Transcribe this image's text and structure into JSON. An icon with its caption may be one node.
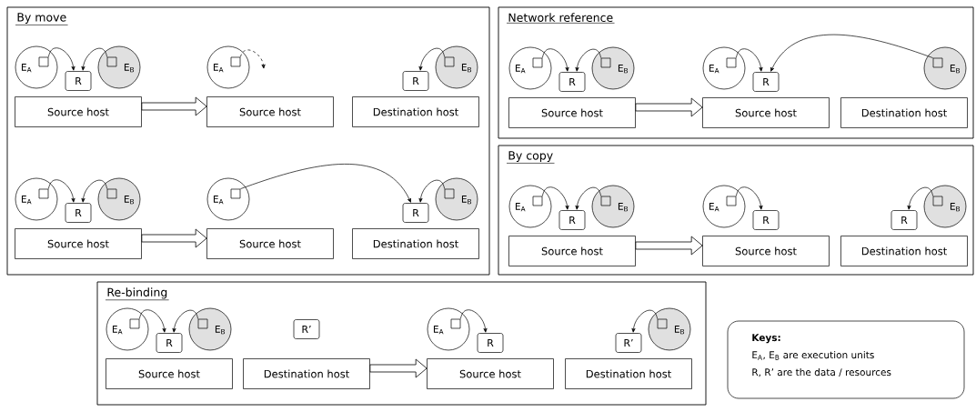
{
  "diagram": {
    "nodes": [
      {
        "text": [
          "By move"
        ]
      },
      {
        "text": [
          "E$_{A}$"
        ],
        "in": 0
      },
      {
        "text": [],
        "shape": "box",
        "in": 1
      },
      {
        "text": [
          "R"
        ],
        "in": 0
      },
      {
        "text": [
          "E$_{B}$"
        ],
        "in": 0
      },
      {
        "text": [],
        "shape": "box",
        "in": 4
      },
      {
        "text": [
          "Source host"
        ],
        "in": 0
      },
      {
        "text": [
          "E$_{A}$"
        ],
        "in": 0
      },
      {
        "text": [],
        "shape": "box",
        "in": 7
      },
      {
        "text": [
          "Source host"
        ],
        "in": 0
      },
      {
        "text": [
          "R"
        ],
        "in": 0
      },
      {
        "text": [
          "E$_{B}$"
        ],
        "in": 0
      },
      {
        "text": [],
        "shape": "box",
        "in": 11
      },
      {
        "text": [
          "Destination host"
        ],
        "in": 0
      },
      {
        "text": [
          "E$_{A}$"
        ],
        "in": 0
      },
      {
        "text": [],
        "shape": "box",
        "in": 14
      },
      {
        "text": [
          "R"
        ],
        "in": 0
      },
      {
        "text": [
          "E$_{B}$"
        ],
        "in": 0
      },
      {
        "text": [],
        "shape": "box",
        "in": 17
      },
      {
        "text": [
          "Source host"
        ],
        "in": 0
      },
      {
        "text": [
          "E$_{A}$"
        ],
        "in": 0
      },
      {
        "text": [],
        "shape": "box",
        "in": 20
      },
      {
        "text": [
          "Source host"
        ],
        "in": 0
      },
      {
        "text": [
          "R"
        ],
        "in": 0
      },
      {
        "text": [
          "E$_{B}$"
        ],
        "in": 0
      },
      {
        "text": [],
        "shape": "box",
        "in": 24
      },
      {
        "text": [
          "Destination host"
        ],
        "in": 0
      },
      {
        "text": [
          "Network reference"
        ]
      },
      {
        "text": [
          "E$_{A}$"
        ],
        "in": 27
      },
      {
        "text": [],
        "shape": "box",
        "in": 28
      },
      {
        "text": [
          "R"
        ],
        "in": 27
      },
      {
        "text": [
          "E$_{B}$"
        ],
        "in": 27
      },
      {
        "text": [],
        "shape": "box",
        "in": 31
      },
      {
        "text": [
          "Source host"
        ],
        "in": 27
      },
      {
        "text": [
          "E$_{A}$"
        ],
        "in": 27
      },
      {
        "text": [],
        "shape": "box",
        "in": 34
      },
      {
        "text": [
          "R"
        ],
        "in": 27
      },
      {
        "text": [
          "Source host"
        ],
        "in": 27
      },
      {
        "text": [
          "E$_{B}$"
        ],
        "in": 27
      },
      {
        "text": [],
        "shape": "box",
        "in": 38
      },
      {
        "text": [
          "Destination host"
        ],
        "in": 27
      },
      {
        "text": [
          "By copy"
        ]
      },
      {
        "text": [
          "E$_{A}$"
        ],
        "in": 41
      },
      {
        "text": [],
        "shape": "box",
        "in": 42
      },
      {
        "text": [
          "R"
        ],
        "in": 41
      },
      {
        "text": [
          "E$_{B}$"
        ],
        "in": 41
      },
      {
        "text": [],
        "shape": "box",
        "in": 45
      },
      {
        "text": [
          "Source host"
        ],
        "in": 41
      },
      {
        "text": [
          "E$_{A}$"
        ],
        "in": 41
      },
      {
        "text": [],
        "shape": "box",
        "in": 48
      },
      {
        "text": [
          "R"
        ],
        "in": 41
      },
      {
        "text": [
          "Source host"
        ],
        "in": 41
      },
      {
        "text": [
          "R"
        ],
        "in": 41
      },
      {
        "text": [
          "E$_{B}$"
        ],
        "in": 41
      },
      {
        "text": [],
        "shape": "box",
        "in": 53
      },
      {
        "text": [
          "Destination host"
        ],
        "in": 41
      },
      {
        "text": [
          "Re-binding"
        ]
      },
      {
        "text": [
          "E$_{A}$"
        ],
        "in": 56
      },
      {
        "text": [],
        "shape": "box",
        "in": 57
      },
      {
        "text": [
          "R"
        ],
        "in": 56
      },
      {
        "text": [
          "E$_{B}$"
        ],
        "in": 56
      },
      {
        "text": [],
        "shape": "box",
        "in": 60
      },
      {
        "text": [
          "Source host"
        ],
        "in": 56
      },
      {
        "text": [
          "R’"
        ],
        "in": 56
      },
      {
        "text": [
          "Destination host"
        ],
        "in": 56
      },
      {
        "text": [
          "E$_{A}$"
        ],
        "in": 56
      },
      {
        "text": [],
        "shape": "box",
        "in": 65
      },
      {
        "text": [
          "R"
        ],
        "in": 56
      },
      {
        "text": [
          "Source host"
        ],
        "in": 56
      },
      {
        "text": [
          "R’"
        ],
        "in": 56
      },
      {
        "text": [
          "E$_{B}$"
        ],
        "in": 56
      },
      {
        "text": [],
        "shape": "box",
        "in": 70
      },
      {
        "text": [
          "Destination host"
        ],
        "in": 56
      },
      {
        "text": [
          "Keys:",
          "E$_{A}$, E$_{B}$ are execution units",
          "R, R’ are the data / resources"
        ]
      }
    ],
    "edges": [
      {
        "from": 2,
        "to": 3,
        "arrow": "to"
      },
      {
        "from": 5,
        "to": 3,
        "arrow": "to"
      },
      {
        "from": 6,
        "to": 9,
        "arrow": "to",
        "style": "thick"
      },
      {
        "from": 8,
        "to": null,
        "arrow": "to",
        "style": "dashed"
      },
      {
        "from": 12,
        "to": 10,
        "arrow": "to"
      },
      {
        "from": 15,
        "to": 16,
        "arrow": "to"
      },
      {
        "from": 18,
        "to": 16,
        "arrow": "to"
      },
      {
        "from": 19,
        "to": 22,
        "arrow": "to",
        "style": "thick"
      },
      {
        "from": 21,
        "to": 23,
        "arrow": "to"
      },
      {
        "from": 25,
        "to": 23,
        "arrow": "to"
      },
      {
        "from": 29,
        "to": 30,
        "arrow": "to"
      },
      {
        "from": 32,
        "to": 30,
        "arrow": "to"
      },
      {
        "from": 33,
        "to": 37,
        "arrow": "to",
        "style": "thick"
      },
      {
        "from": 35,
        "to": 36,
        "arrow": "to"
      },
      {
        "from": 39,
        "to": 36,
        "arrow": "to"
      },
      {
        "from": 43,
        "to": 44,
        "arrow": "to"
      },
      {
        "from": 46,
        "to": 44,
        "arrow": "to"
      },
      {
        "from": 47,
        "to": 51,
        "arrow": "to",
        "style": "thick"
      },
      {
        "from": 49,
        "to": 50,
        "arrow": "to"
      },
      {
        "from": 54,
        "to": 52,
        "arrow": "to"
      },
      {
        "from": 58,
        "to": 59,
        "arrow": "to"
      },
      {
        "from": 61,
        "to": 59,
        "arrow": "to"
      },
      {
        "from": 64,
        "to": 68,
        "arrow": "to",
        "style": "thick"
      },
      {
        "from": 66,
        "to": 67,
        "arrow": "to"
      },
      {
        "from": 71,
        "to": 69,
        "arrow": "to"
      }
    ]
  }
}
